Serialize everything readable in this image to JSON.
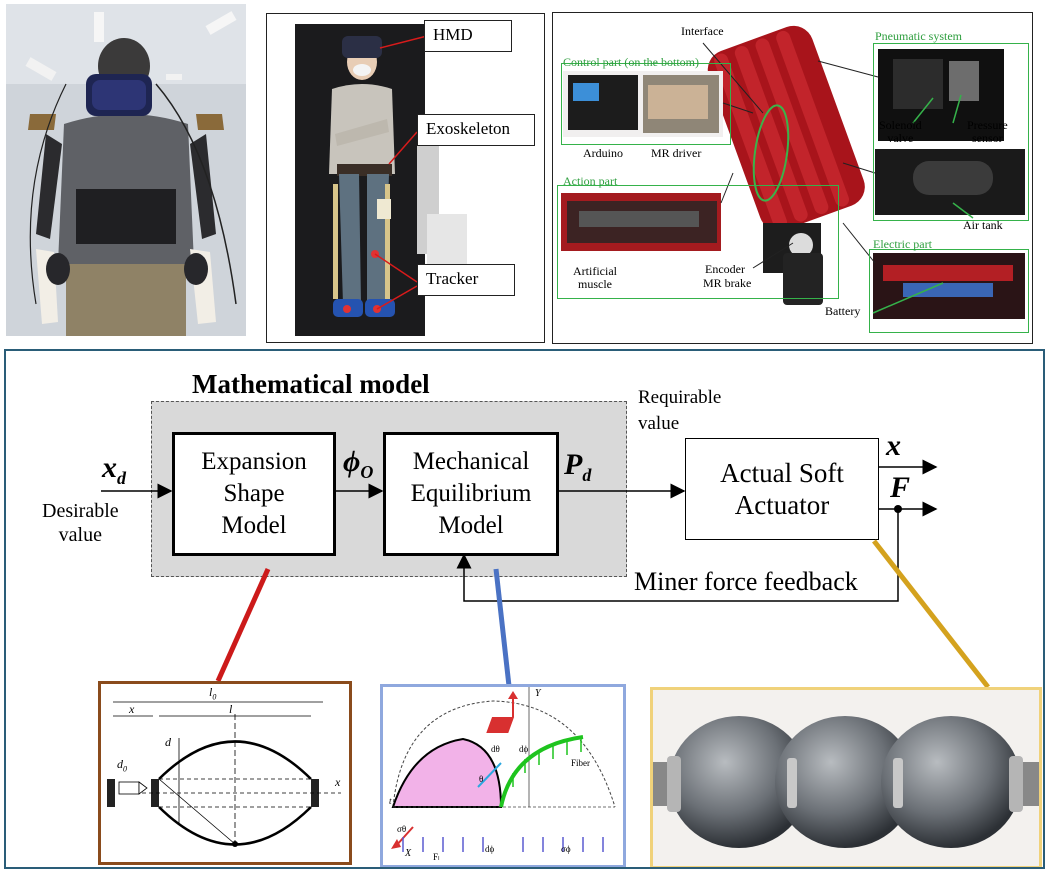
{
  "top_right": {
    "interface": "Interface",
    "control_part": "Control part (on the bottom)",
    "arduino": "Arduino",
    "mr_driver": "MR driver",
    "action_part": "Action part",
    "artificial_muscle": "Artificial\nmuscle",
    "encoder": "Encoder",
    "mr_brake": "MR brake",
    "pneumatic_system": "Pneumatic system",
    "solenoid_valve": "Solenoid\nvalve",
    "pressure_sensor": "Pressure\nsensor",
    "air_tank": "Air tank",
    "electric_part": "Electric part",
    "battery": "Battery"
  },
  "top_middle": {
    "hmd": "HMD",
    "exoskeleton": "Exoskeleton",
    "tracker": "Tracker"
  },
  "diagram": {
    "title": "Mathematical model",
    "input_symbol": "x",
    "input_sub": "d",
    "input_caption": "Desirable\nvalue",
    "block1": "Expansion\nShape\nModel",
    "phi_symbol": "ϕ",
    "phi_sub": "O",
    "block2": "Mechanical\nEquilibrium\nModel",
    "p_symbol": "P",
    "p_sub": "d",
    "requirable": "Requirable\nvalue",
    "block3": "Actual Soft\nActuator",
    "out_x": "x",
    "out_f": "F",
    "feedback": "Miner force feedback"
  },
  "shape_diagram": {
    "l0": "l",
    "l0_sub": "0",
    "x": "x",
    "l": "l",
    "d0": "d",
    "d0_sub": "0",
    "dc": "d",
    "x_axis": "x"
  },
  "equilibrium_diagram": {
    "y_axis": "Y",
    "x_axis": "X",
    "fiber": "Fiber",
    "dtheta": "dθ",
    "dphi": "dϕ",
    "theta": "θ",
    "sigma_theta": "σθ",
    "sigma_phi": "σϕ",
    "fc": "Fₗ",
    "t": "t",
    "d_phi_label": "dϕ"
  },
  "colors": {
    "teal_border": "#2a5d78",
    "grey_fill": "#d9d9d9",
    "red_line": "#cc1a1a",
    "blue_line": "#4a72c4",
    "gold_line": "#d4a21e",
    "brown_frame": "#8a4b1c",
    "blue_frame": "#8fa8de",
    "gold_frame": "#f0d27a",
    "green_frame": "#35b24a",
    "actuator_red": "#a8141b"
  }
}
